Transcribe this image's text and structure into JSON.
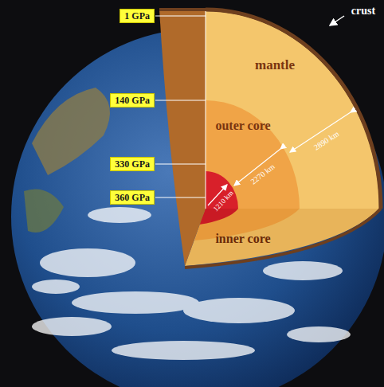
{
  "diagram": {
    "nodes": [
      {
        "text": [
          "1 GPa"
        ]
      },
      {
        "text": [
          "140 GPa"
        ]
      },
      {
        "text": [
          "330 GPa"
        ]
      },
      {
        "text": [
          "360 GPa"
        ]
      }
    ],
    "labels": [
      "crust",
      "mantle",
      "outer core",
      "inner core",
      "2890 km",
      "2270 km",
      "1210 km"
    ]
  }
}
